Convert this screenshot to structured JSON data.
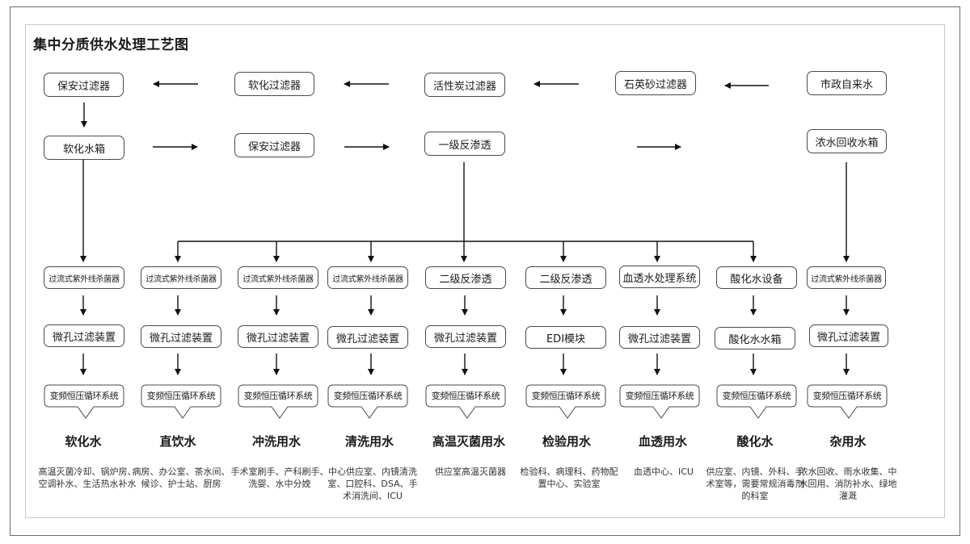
{
  "title": "集中分质供水处理工艺图",
  "row1": {
    "col1": "保安过滤器",
    "col2": "软化过滤器",
    "col3": "活性炭过滤器",
    "col4": "石英砂过滤器",
    "col5": "市政自来水"
  },
  "row2": {
    "col1": "软化水箱",
    "col2": "保安过滤器",
    "col3": "一级反渗透",
    "col5": "浓水回收水箱"
  },
  "branches": [
    {
      "stage1": "过流式紫外线杀菌器",
      "stage2": "微孔过滤装置",
      "stage3": "变频恒压循环系统",
      "name": "软化水",
      "desc": "高温灭菌冷却、锅炉房、空调补水、生活热水补水"
    },
    {
      "stage1": "过流式紫外线杀菌器",
      "stage2": "微孔过滤装置",
      "stage3": "变频恒压循环系统",
      "name": "直饮水",
      "desc": "病房、办公室、茶水间、候诊、护士站、厨房"
    },
    {
      "stage1": "过流式紫外线杀菌器",
      "stage2": "微孔过滤装置",
      "stage3": "变频恒压循环系统",
      "name": "冲洗用水",
      "desc": "手术室刷手、产科刷手、洗婴、水中分娩"
    },
    {
      "stage1": "过流式紫外线杀菌器",
      "stage2": "微孔过滤装置",
      "stage3": "变频恒压循环系统",
      "name": "清洗用水",
      "desc": "中心供应室、内镜清洗室、口腔科、DSA、手术消洗间、ICU"
    },
    {
      "stage1": "二级反渗透",
      "stage2": "微孔过滤装置",
      "stage3": "变频恒压循环系统",
      "name": "高温灭菌用水",
      "desc": "供应室高温灭菌器"
    },
    {
      "stage1": "二级反渗透",
      "stage2": "EDI模块",
      "stage3": "变频恒压循环系统",
      "name": "检验用水",
      "desc": "检验科、病理科、药物配置中心、实验室"
    },
    {
      "stage1": "血透水处理系统",
      "stage2": "微孔过滤装置",
      "stage3": "变频恒压循环系统",
      "name": "血透用水",
      "desc": "血透中心、ICU"
    },
    {
      "stage1": "酸化水设备",
      "stage2": "酸化水水箱",
      "stage3": "变频恒压循环系统",
      "name": "酸化水",
      "desc": "供应室、内镜、外科、手术室等，需要常规消毒剂的科室"
    },
    {
      "stage1": "过流式紫外线杀菌器",
      "stage2": "微孔过滤装置",
      "stage3": "变频恒压循环系统",
      "name": "杂用水",
      "desc": "浓水回收、雨水收集、中水回用、消防补水、绿地灌溉"
    }
  ]
}
